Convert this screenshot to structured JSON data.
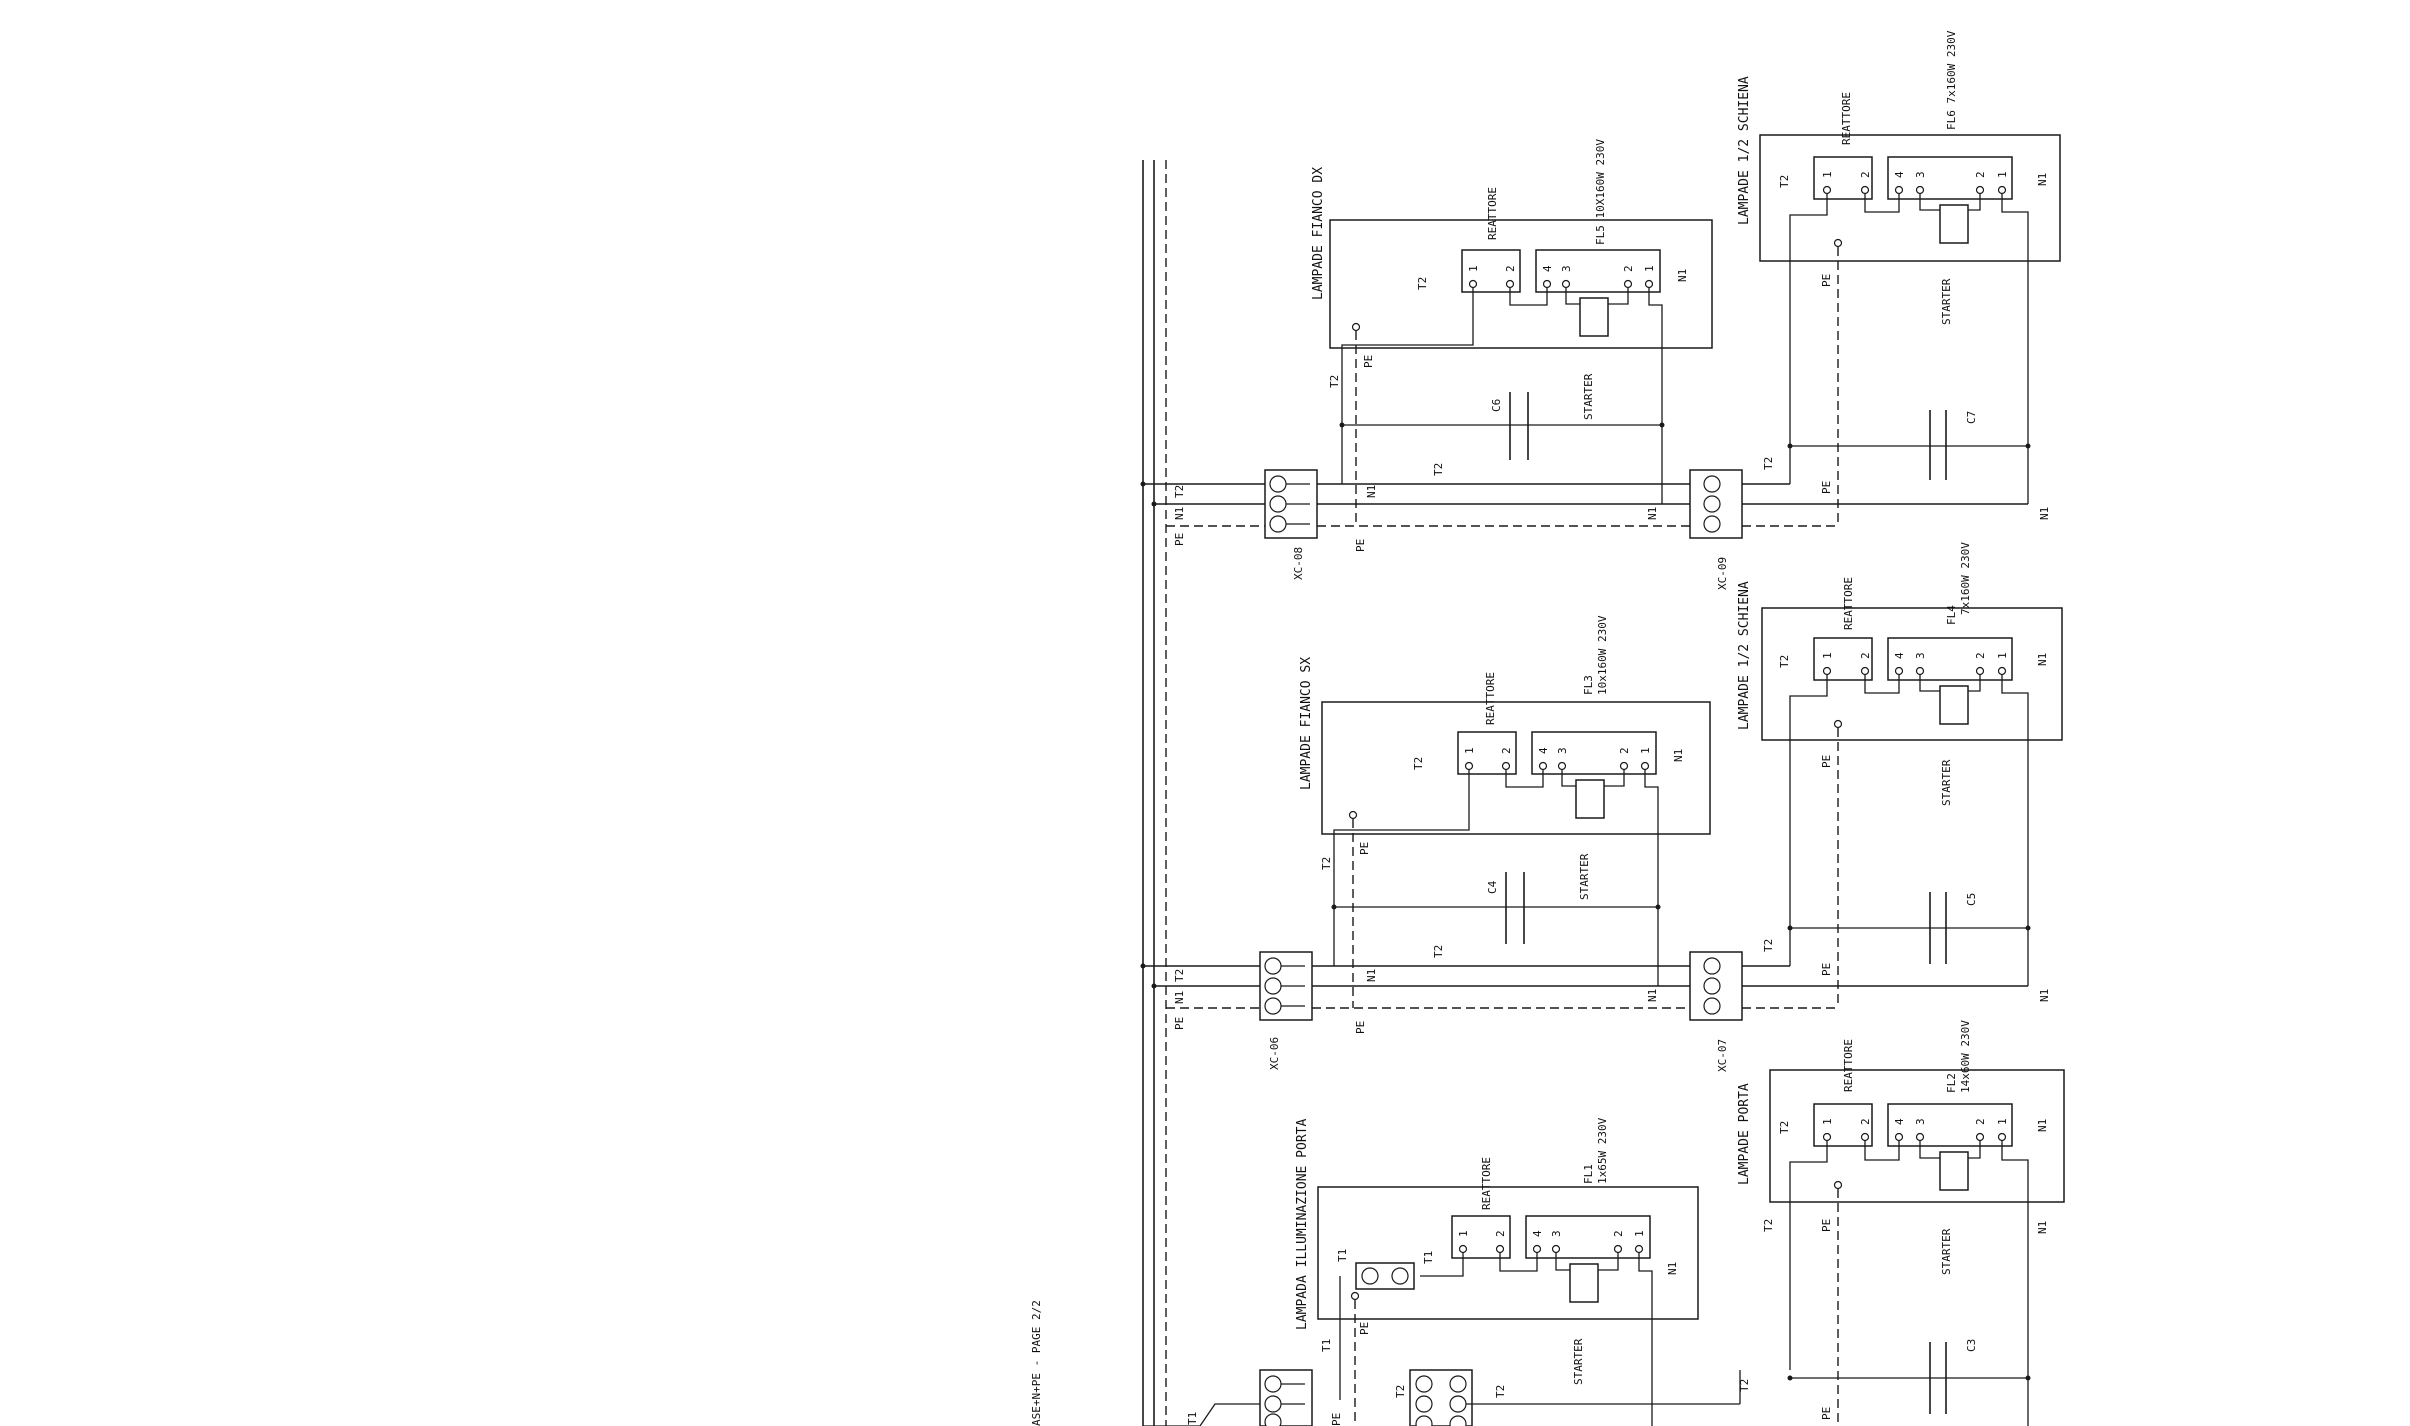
{
  "page": {
    "footer": "ASE+N+PE - PAGE 2/2"
  },
  "units": [
    {
      "title": "LAMPADE FIANCO DX",
      "fl": "FL5 10X160W 230V",
      "fl_l2": "",
      "ballast": "REATTORE",
      "starter": "STARTER",
      "cap": "C6",
      "phase": "T2",
      "neutral": "N1",
      "pe": "PE",
      "term": "XC-08"
    },
    {
      "title": "LAMPADE FIANCO SX",
      "fl": "FL3",
      "fl_l2": "10x160W 230V",
      "ballast": "REATTORE",
      "starter": "STARTER",
      "cap": "C4",
      "phase": "T2",
      "neutral": "N1",
      "pe": "PE",
      "term": "XC-06"
    },
    {
      "title": "LAMPADA ILLUMINAZIONE PORTA",
      "fl": "FL1",
      "fl_l2": "1x65W 230V",
      "ballast": "REATTORE",
      "starter": "STARTER",
      "cap": "",
      "phase": "T1",
      "neutral": "N1",
      "pe": "PE",
      "term": ""
    },
    {
      "title": "LAMPADE 1/2 SCHIENA",
      "fl": "FL6 7x160W 230V",
      "fl_l2": "",
      "ballast": "REATTORE",
      "starter": "STARTER",
      "cap": "C7",
      "phase": "T2",
      "neutral": "N1",
      "pe": "PE",
      "term": "XC-09"
    },
    {
      "title": "LAMPADE 1/2 SCHIENA",
      "fl": "FL4",
      "fl_l2": "7x160W 230V",
      "ballast": "REATTORE",
      "starter": "STARTER",
      "cap": "C5",
      "phase": "T2",
      "neutral": "N1",
      "pe": "PE",
      "term": "XC-07"
    },
    {
      "title": "LAMPADE PORTA",
      "fl": "FL2",
      "fl_l2": "14x60W 230V",
      "ballast": "REATTORE",
      "starter": "STARTER",
      "cap": "C3",
      "phase": "T2",
      "neutral": "N1",
      "pe": "PE",
      "term": ""
    }
  ],
  "bus_labels": {
    "pe": "PE",
    "n": "N1",
    "t": "T2"
  },
  "pins": {
    "p1": "1",
    "p2": "2",
    "p3": "3",
    "p4": "4"
  },
  "misc": {
    "t1": "T1",
    "t2": "T2",
    "pe": "PE"
  }
}
